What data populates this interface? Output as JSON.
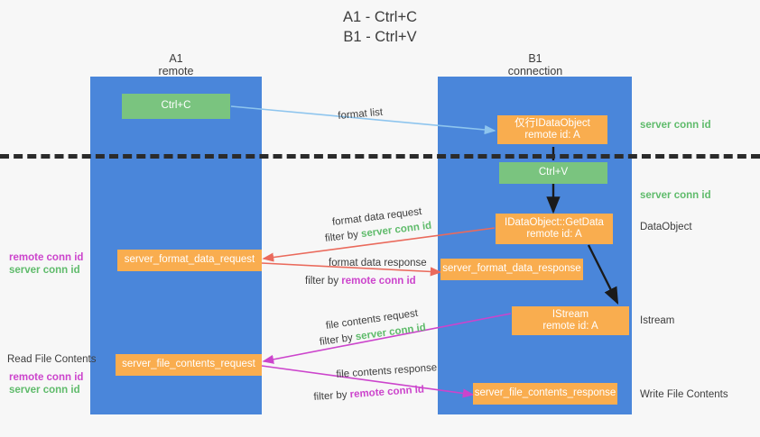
{
  "title": {
    "line1": "A1 - Ctrl+C",
    "line2": "B1 - Ctrl+V"
  },
  "lanes": [
    {
      "id": "a1",
      "name": "A1",
      "sub": "remote"
    },
    {
      "id": "b1",
      "name": "B1",
      "sub": "connection"
    }
  ],
  "boxes": {
    "ctrl_c": "Ctrl+C",
    "ctrl_v": "Ctrl+V",
    "idataobject_title": "仅行IDataObject",
    "idataobject_sub": "remote id: A",
    "getdata_title": "IDataObject::GetData",
    "getdata_sub": "remote id: A",
    "istream_title": "IStream",
    "istream_sub": "remote id: A",
    "server_format_data_request": "server_format_data_request",
    "server_format_data_response": "server_format_data_response",
    "server_file_contents_request": "server_file_contents_request",
    "server_file_contents_response": "server_file_contents_response"
  },
  "arrow_labels": {
    "format_list": "format list",
    "format_data_request": "format data request",
    "format_data_request_filter_prefix": "filter by ",
    "format_data_request_filter_value": "server conn id",
    "format_data_response": "format data response",
    "format_data_response_filter_prefix": "filter by ",
    "format_data_response_filter_value": "remote conn id",
    "file_contents_request": "file contents request",
    "file_contents_request_filter_prefix": "filter by ",
    "file_contents_request_filter_value": "server conn id",
    "file_contents_response": "file contents response",
    "file_contents_response_filter_prefix": "filter by ",
    "file_contents_response_filter_value": "remote conn id"
  },
  "side_labels": {
    "right_server_conn_id_1": "server conn id",
    "right_server_conn_id_2": "server conn id",
    "right_dataobject": "DataObject",
    "right_istream": "Istream",
    "right_write_file_contents": "Write File Contents",
    "left_remote_conn_id_1": "remote conn id",
    "left_server_conn_id_1": "server conn id",
    "left_read_file_contents": "Read File Contents",
    "left_remote_conn_id_2": "remote conn id",
    "left_server_conn_id_2": "server conn id"
  },
  "colors": {
    "lane": "#4a86da",
    "orange": "#f9ad4f",
    "green_box": "#7ac47f",
    "green_text": "#5fbb6b",
    "magenta_text": "#cc44cc",
    "arrow_blue": "#8ec5ee",
    "arrow_red": "#ea6a5c",
    "arrow_magenta": "#cc44cc",
    "arrow_black": "#1a1a1a",
    "background": "#f7f7f7",
    "divider": "#2b2b2b"
  }
}
